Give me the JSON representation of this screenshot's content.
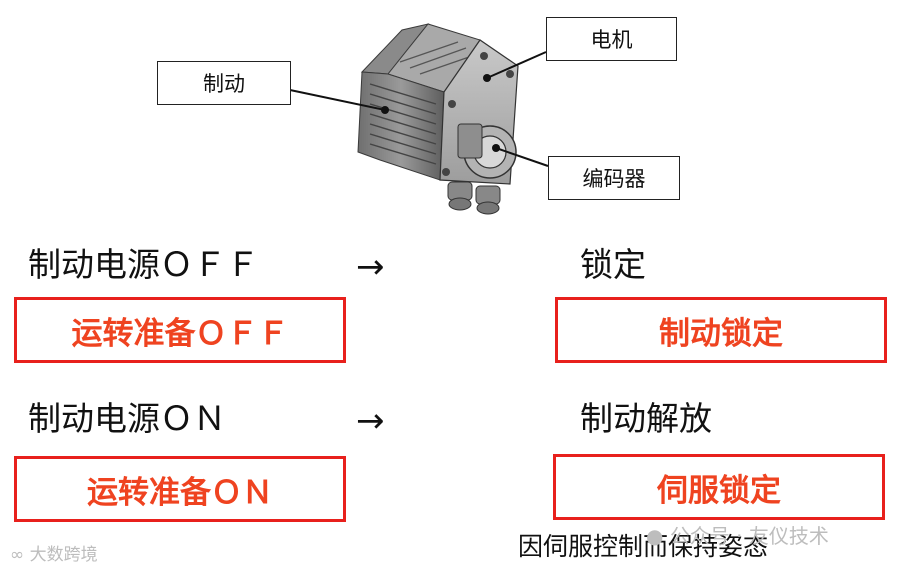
{
  "callouts": {
    "brake": "制动",
    "motor": "电机",
    "encoder": "编码器"
  },
  "rows": [
    {
      "left_text": "制动电源ＯＦＦ",
      "arrow": "→",
      "right_text": "锁定",
      "left_box": "运转准备ＯＦＦ",
      "right_box": "制动锁定"
    },
    {
      "left_text": "制动电源ＯＮ",
      "arrow": "→",
      "right_text": "制动解放",
      "left_box": "运转准备ＯＮ",
      "right_box": "伺服锁定"
    }
  ],
  "footer": "因伺服控制而保持姿态",
  "watermarks": {
    "left": "大数跨境",
    "right": "公众号 · 友仪技术"
  },
  "colors": {
    "box_border": "#e8201c",
    "box_text": "#ef4320"
  }
}
